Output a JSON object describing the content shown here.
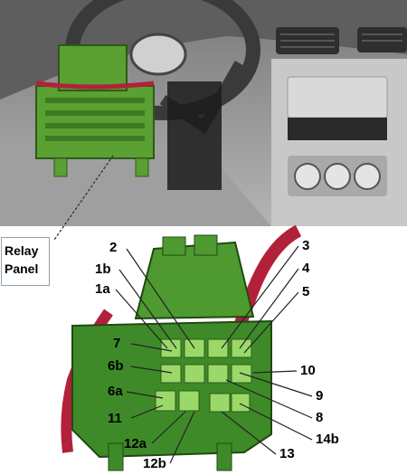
{
  "relay_panel": {
    "line1": "Relay",
    "line2": "Panel"
  },
  "callouts": [
    {
      "id": "2",
      "label": "2"
    },
    {
      "id": "1b",
      "label": "1b"
    },
    {
      "id": "1a",
      "label": "1a"
    },
    {
      "id": "7",
      "label": "7"
    },
    {
      "id": "6b",
      "label": "6b"
    },
    {
      "id": "6a",
      "label": "6a"
    },
    {
      "id": "11",
      "label": "11"
    },
    {
      "id": "12a",
      "label": "12a"
    },
    {
      "id": "12b",
      "label": "12b"
    },
    {
      "id": "3",
      "label": "3"
    },
    {
      "id": "4",
      "label": "4"
    },
    {
      "id": "5",
      "label": "5"
    },
    {
      "id": "10",
      "label": "10"
    },
    {
      "id": "9",
      "label": "9"
    },
    {
      "id": "8",
      "label": "8"
    },
    {
      "id": "14b",
      "label": "14b"
    },
    {
      "id": "13",
      "label": "13"
    }
  ],
  "colors": {
    "fuse_green": "#5aa032",
    "fuse_light": "#9bd86a",
    "harness_red": "#b3203a",
    "dash_gray": "#6e6e6e"
  }
}
